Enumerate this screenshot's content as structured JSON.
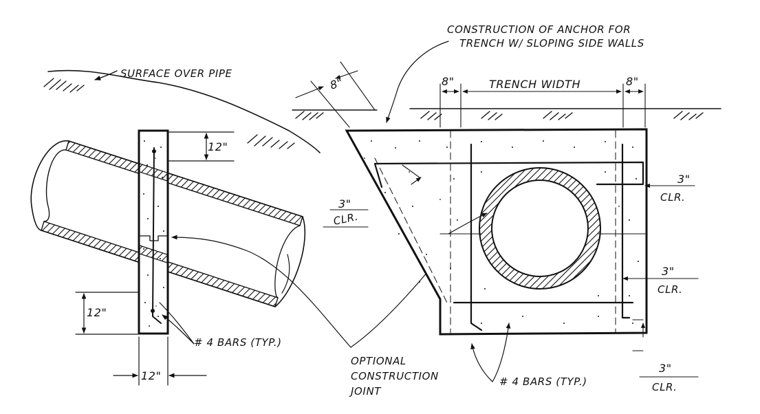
{
  "drawing": {
    "labels": {
      "construction_title_line1": "CONSTRUCTION OF ANCHOR FOR",
      "construction_title_line2": "TRENCH W/ SLOPING SIDE WALLS",
      "surface_over_pipe": "SURFACE OVER PIPE",
      "dim_8_slope": "8\"",
      "dim_8_left": "8\"",
      "dim_8_right": "8\"",
      "trench_width": "TRENCH WIDTH",
      "dim_12_top": "12\"",
      "dim_12_side": "12\"",
      "dim_12_bottom": "12\"",
      "clr_3_left_value": "3\"",
      "clr_3_left_unit": "CLR.",
      "clr_3_right_top_value": "3\"",
      "clr_3_right_top_unit": "CLR.",
      "clr_3_right_mid_value": "3\"",
      "clr_3_right_mid_unit": "CLR.",
      "clr_3_bottom_value": "3\"",
      "clr_3_bottom_unit": "CLR.",
      "bars_left": "# 4  BARS (TYP.)",
      "bars_right": "# 4  BARS  (TYP.)",
      "joint_line1": "OPTIONAL",
      "joint_line2": "CONSTRUCTION",
      "joint_line3": "JOINT"
    },
    "colors": {
      "ink": "#111111",
      "paper": "#ffffff"
    }
  }
}
